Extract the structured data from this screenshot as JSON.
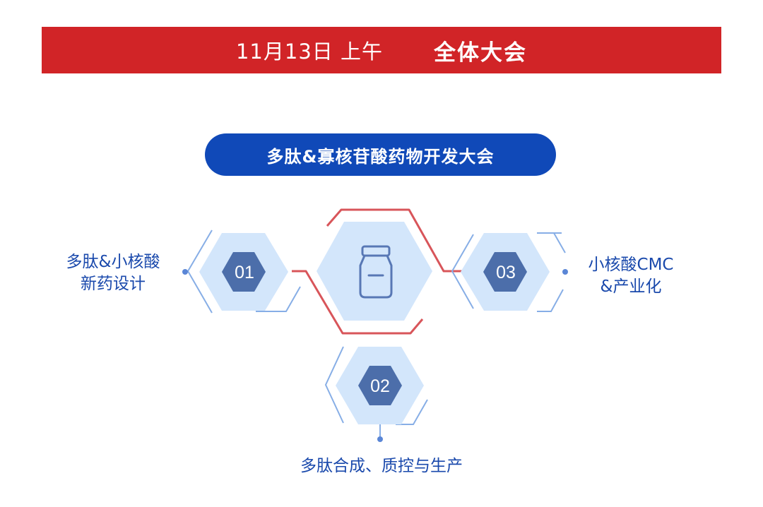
{
  "banner": {
    "date": "11月13日 上午",
    "session": "全体大会"
  },
  "conference_title": "多肽&寡核苷酸药物开发大会",
  "center_icon": "bottle-icon",
  "topics": [
    {
      "number": "01",
      "line1": "多肽&小核酸",
      "line2": "新药设计"
    },
    {
      "number": "02",
      "line1": "多肽合成、质控与生产"
    },
    {
      "number": "03",
      "line1": "小核酸CMC",
      "line2": "&产业化"
    }
  ],
  "colors": {
    "banner_red": "#d12427",
    "pill_blue": "#1049b8",
    "label_blue": "#1a49ac",
    "hex_light": "#d3e6fb",
    "hex_dark": "#4c6eaa",
    "outline_blue": "#87aee6",
    "connector_red": "#d8555a"
  }
}
